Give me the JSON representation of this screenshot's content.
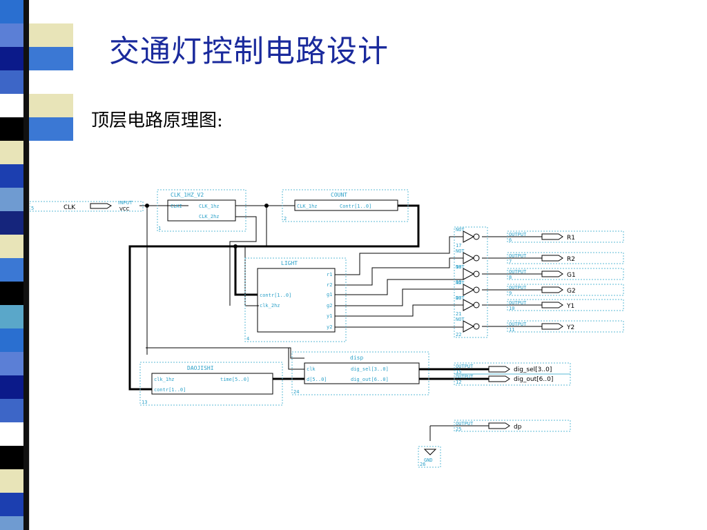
{
  "slide": {
    "title": "交通灯控制电路设计",
    "subtitle": "顶层电路原理图:"
  },
  "colors": {
    "title": "#1a2a9c",
    "cyan_text": "#2aa0c8",
    "wire": "#000000",
    "stripe": [
      "#2a6fd0",
      "#5b7fd6",
      "#0b1a8a",
      "#3d66c7",
      "#ffffff",
      "#000000",
      "#e8e4b8",
      "#1c3fb0",
      "#6f9bd1",
      "#15257c",
      "#e8e4b8",
      "#3b78d4",
      "#000000",
      "#5aa7c9"
    ]
  },
  "schematic": {
    "input": {
      "pin": "5",
      "type": "INPUT",
      "name": "CLK",
      "sub": "VCC"
    },
    "blocks": {
      "clk": {
        "title": "CLK_1HZ_V2",
        "port_in": "CLKI",
        "port_out1": "CLK_1hz",
        "port_out2": "CLK_2hz",
        "num": "1"
      },
      "count": {
        "title": "COUNT",
        "port_in": "CLK_1hz",
        "port_out": "Contr[1..0]",
        "num": "2"
      },
      "light": {
        "title": "LIGHT",
        "in1": "contr[1..0]",
        "in2": "clk_2hz",
        "outs": [
          "r1",
          "r2",
          "g1",
          "g2",
          "y1",
          "y2"
        ],
        "num": "4"
      },
      "daojishi": {
        "title": "DAOJISHI",
        "in1": "clk_1hz",
        "in2": "contr[1..0]",
        "out": "time[5..0]",
        "num": "13"
      },
      "disp": {
        "title": "disp",
        "in1": "clk",
        "in2": "d[5..0]",
        "out1": "dig_sel[3..0]",
        "out2": "dig_out[6..0]",
        "num": "24"
      }
    },
    "nots": [
      {
        "label": "NOT",
        "num": "17"
      },
      {
        "label": "NOT",
        "num": "18"
      },
      {
        "label": "NOT",
        "num": "19"
      },
      {
        "label": "NOT",
        "num": "20"
      },
      {
        "label": "NOT",
        "num": "21"
      },
      {
        "label": "NOT",
        "num": "22"
      }
    ],
    "outputs": [
      {
        "type": "OUTPUT",
        "num": "6",
        "name": "R1"
      },
      {
        "type": "OUTPUT",
        "num": "7",
        "name": "R2"
      },
      {
        "type": "OUTPUT",
        "num": "8",
        "name": "G1"
      },
      {
        "type": "OUTPUT",
        "num": "9",
        "name": "G2"
      },
      {
        "type": "OUTPUT",
        "num": "10",
        "name": "Y1"
      },
      {
        "type": "OUTPUT",
        "num": "11",
        "name": "Y2"
      },
      {
        "type": "OUTPUT",
        "num": "15",
        "name": "dig_sel[3..0]"
      },
      {
        "type": "OUTPUT",
        "num": "12",
        "name": "dig_out[6..0]"
      },
      {
        "type": "OUTPUT",
        "num": "25",
        "name": "dp"
      }
    ],
    "gnd": {
      "label": "GND",
      "num": "26"
    }
  }
}
